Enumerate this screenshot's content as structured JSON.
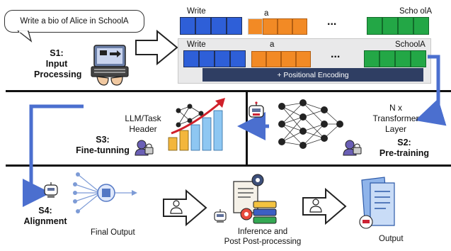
{
  "input": {
    "prompt": "Write a  bio of Alice in  SchoolA"
  },
  "tokens_top": {
    "write": "Write",
    "a": "a",
    "ellipsis": "...",
    "school": "Scho olA"
  },
  "tokens_bottom": {
    "write": "Write",
    "a": "a",
    "ellipsis": "...",
    "school": "SchoolA"
  },
  "positional_encoding": "+ Positional Encoding",
  "stages": {
    "s1_id": "S1:",
    "s1_line1": "Input",
    "s1_line2": "Processing",
    "s2_id": "S2:",
    "s2_name": "Pre-training",
    "s3_id": "S3:",
    "s3_name": "Fine-tunning",
    "s4_id": "S4:",
    "s4_name": "Alignment"
  },
  "transformer": {
    "line1": "N x",
    "line2": "Transformer",
    "line3": "Layer"
  },
  "header": {
    "line1": "LLM/Task",
    "line2": "Header"
  },
  "outputs": {
    "final_output": "Final Output",
    "inference_line1": "Inference and",
    "inference_line2": "Post Post-processing",
    "output": "Output"
  },
  "colors": {
    "blue": "#2e5fd8",
    "orange": "#f28a25",
    "green": "#23a746",
    "arrow_blue": "#4b6fcf",
    "navy": "#2f3e63"
  }
}
